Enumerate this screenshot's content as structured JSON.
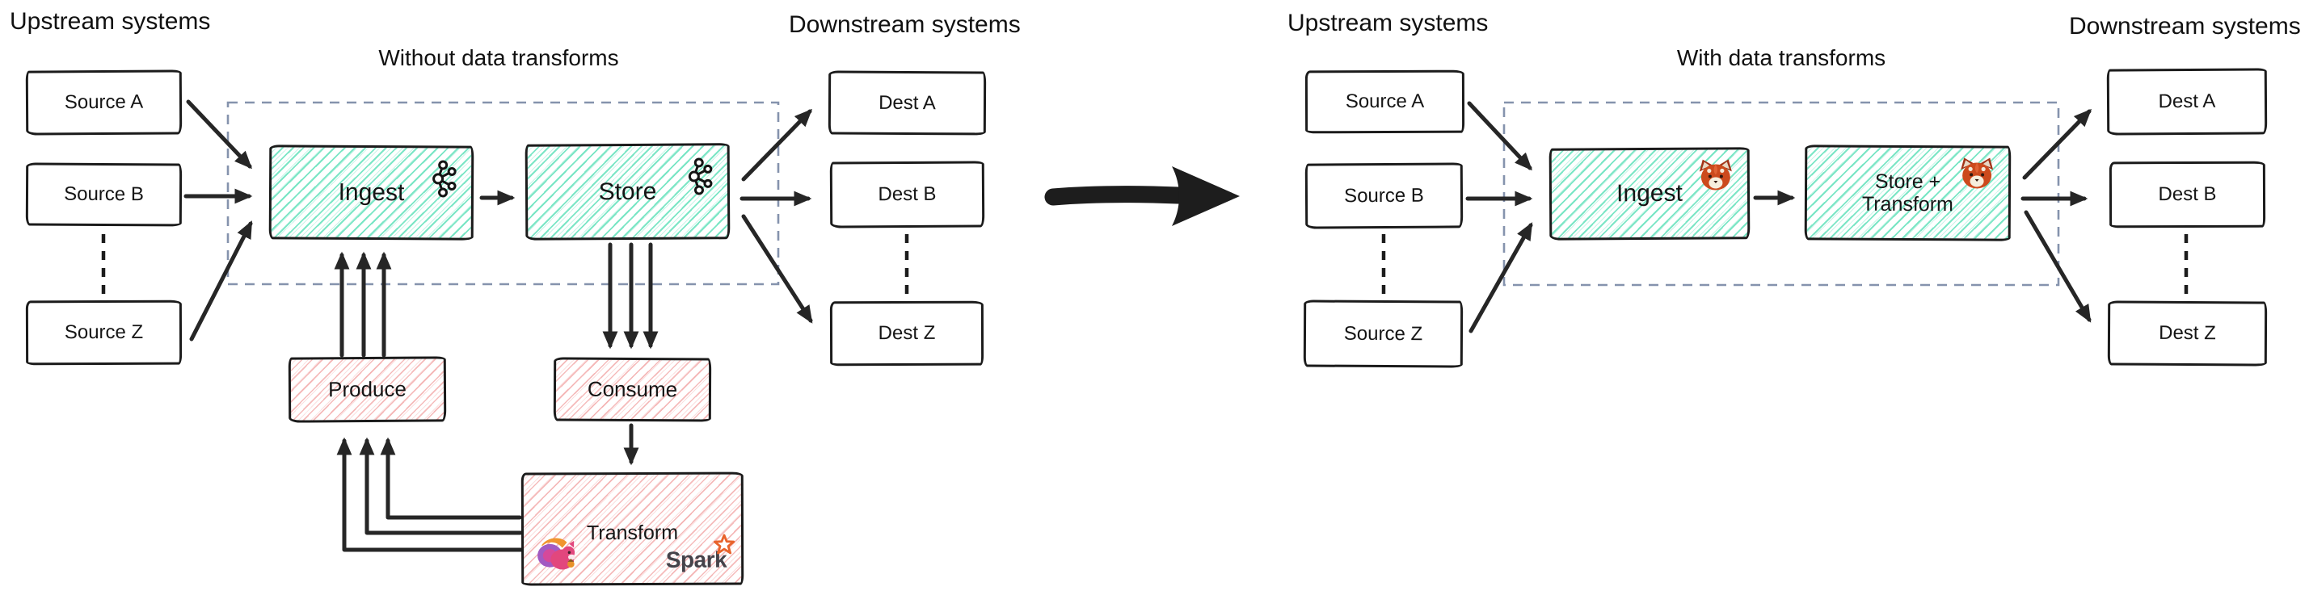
{
  "left": {
    "upstream_label": "Upstream systems",
    "title": "Without data transforms",
    "downstream_label": "Downstream systems",
    "sources": [
      "Source A",
      "Source B",
      "Source Z"
    ],
    "dests": [
      "Dest A",
      "Dest B",
      "Dest Z"
    ],
    "ingest_label": "Ingest",
    "store_label": "Store",
    "produce_label": "Produce",
    "consume_label": "Consume",
    "transform_label": "Transform",
    "spark_wordmark": "Spark"
  },
  "right": {
    "upstream_label": "Upstream systems",
    "title": "With data transforms",
    "downstream_label": "Downstream systems",
    "sources": [
      "Source A",
      "Source B",
      "Source Z"
    ],
    "dests": [
      "Dest A",
      "Dest B",
      "Dest Z"
    ],
    "ingest_label": "Ingest",
    "store_transform_line1": "Store +",
    "store_transform_line2": "Transform"
  },
  "icons": {
    "kafka": "kafka-logo",
    "redpanda": "redpanda-logo",
    "flink": "flink-squirrel-logo",
    "spark_star": "spark-star"
  },
  "colors": {
    "teal_hatch": "#65e2bc",
    "pink_hatch": "#f09696",
    "dashed_border": "#8593ad",
    "arrow_ink": "#262626",
    "text_ink": "#151515",
    "spark_orange": "#e8632c",
    "spark_gray": "#45434a"
  }
}
